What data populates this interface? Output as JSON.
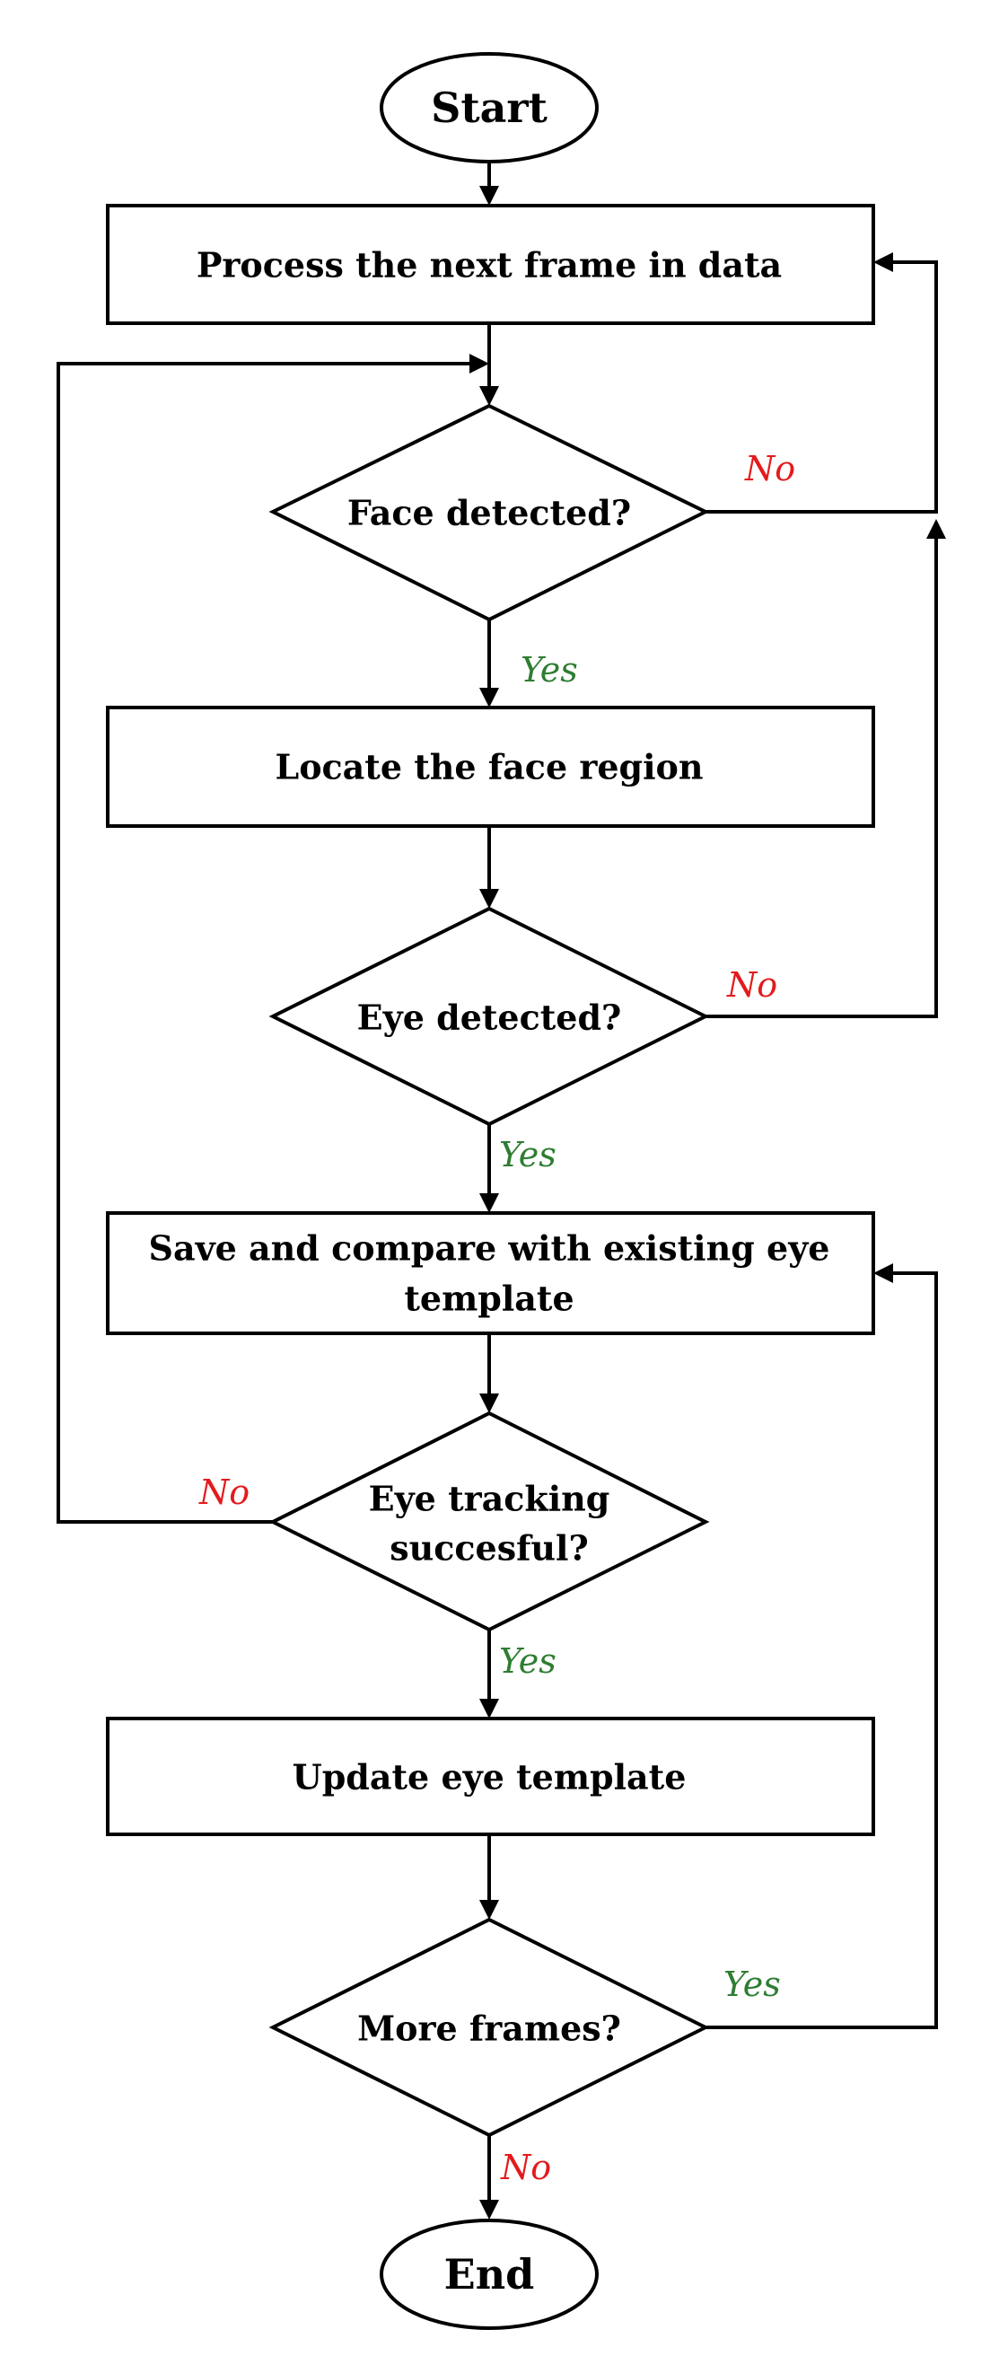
{
  "nodes": {
    "start": "Start",
    "process_frame": "Process the next frame in data",
    "face_detected": "Face detected?",
    "locate_face": "Locate the face region",
    "eye_detected": "Eye detected?",
    "save_compare": [
      "Save and compare with existing eye",
      "template"
    ],
    "eye_tracking": [
      "Eye tracking",
      "succesful?"
    ],
    "update_template": "Update eye template",
    "more_frames": "More frames?",
    "end": "End"
  },
  "labels": {
    "face_no": "No",
    "face_yes": "Yes",
    "eye_no": "No",
    "eye_yes": "Yes",
    "tracking_no": "No",
    "tracking_yes": "Yes",
    "more_yes": "Yes",
    "more_no": "No"
  },
  "colors": {
    "yes": "#2e7d32",
    "no": "#e41a1c",
    "stroke": "#000000"
  }
}
